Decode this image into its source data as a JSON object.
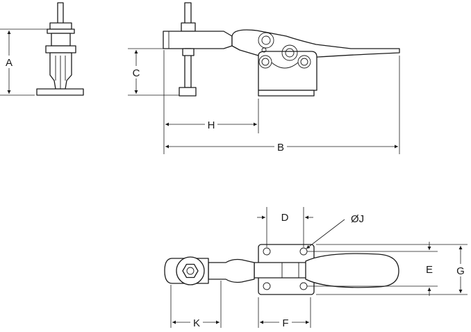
{
  "dimension_labels": {
    "a": "A",
    "b": "B",
    "c": "C",
    "d": "D",
    "e": "E",
    "f": "F",
    "g": "G",
    "h": "H",
    "j": "ØJ",
    "k": "K"
  }
}
